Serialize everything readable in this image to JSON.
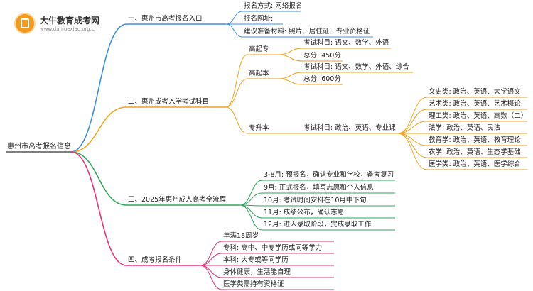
{
  "logo": {
    "name": "大牛教育成考网",
    "url": "www.daniuexiao.org.cn"
  },
  "root": "惠州市高考报名信息",
  "branches": [
    {
      "label": "一、惠州市高考报名入口",
      "color": "#3d8ee0",
      "children": [
        {
          "label": "报名方式: 网络报名"
        },
        {
          "label": "报名网址:"
        },
        {
          "label": "建议准备材料: 照片、居住证、专业资格证"
        }
      ]
    },
    {
      "label": "二、惠州成考入学考试科目",
      "color": "#f0a21e",
      "children": [
        {
          "label": "高起专",
          "children": [
            {
              "label": "考试科目: 语文、数学、外语"
            },
            {
              "label": "总分: 450分"
            }
          ]
        },
        {
          "label": "高起本",
          "children": [
            {
              "label": "考试科目: 语文、数学、外语、综合"
            },
            {
              "label": "总分: 600分"
            }
          ]
        },
        {
          "label": "专升本",
          "children": [
            {
              "label": "考试科目: 政治、英语、专业课",
              "children": [
                {
                  "label": "文史类: 政治、英语、大学语文"
                },
                {
                  "label": "艺术类: 政治、英语、艺术概论"
                },
                {
                  "label": "理工类: 政治、英语、高数（二）"
                },
                {
                  "label": "法学: 政治、英语、民法"
                },
                {
                  "label": "教育学: 政治、英语、教育理论"
                },
                {
                  "label": "农学: 政治、英语、生态学基础"
                },
                {
                  "label": "医学类: 政治、英语、医学综合"
                }
              ]
            }
          ]
        }
      ]
    },
    {
      "label": "三、2025年惠州成人高考全流程",
      "color": "#2ea65a",
      "children": [
        {
          "label": "3-8月: 预报名，确认专业和学校，备考复习"
        },
        {
          "label": "9月: 正式报名，填写志愿和个人信息"
        },
        {
          "label": "10月: 考试时间安排在10月中下旬"
        },
        {
          "label": "11月: 成绩公布，确认志愿"
        },
        {
          "label": "12月: 进入录取阶段，完成录取工作"
        }
      ]
    },
    {
      "label": "四、成考报名条件",
      "color": "#e8337a",
      "children": [
        {
          "label": "年满18周岁"
        },
        {
          "label": "专科: 高中、中专学历或同等学力"
        },
        {
          "label": "本科: 大专或等同学历"
        },
        {
          "label": "身体健康，生活能自理"
        },
        {
          "label": "医学类需持有资格证"
        }
      ]
    }
  ]
}
